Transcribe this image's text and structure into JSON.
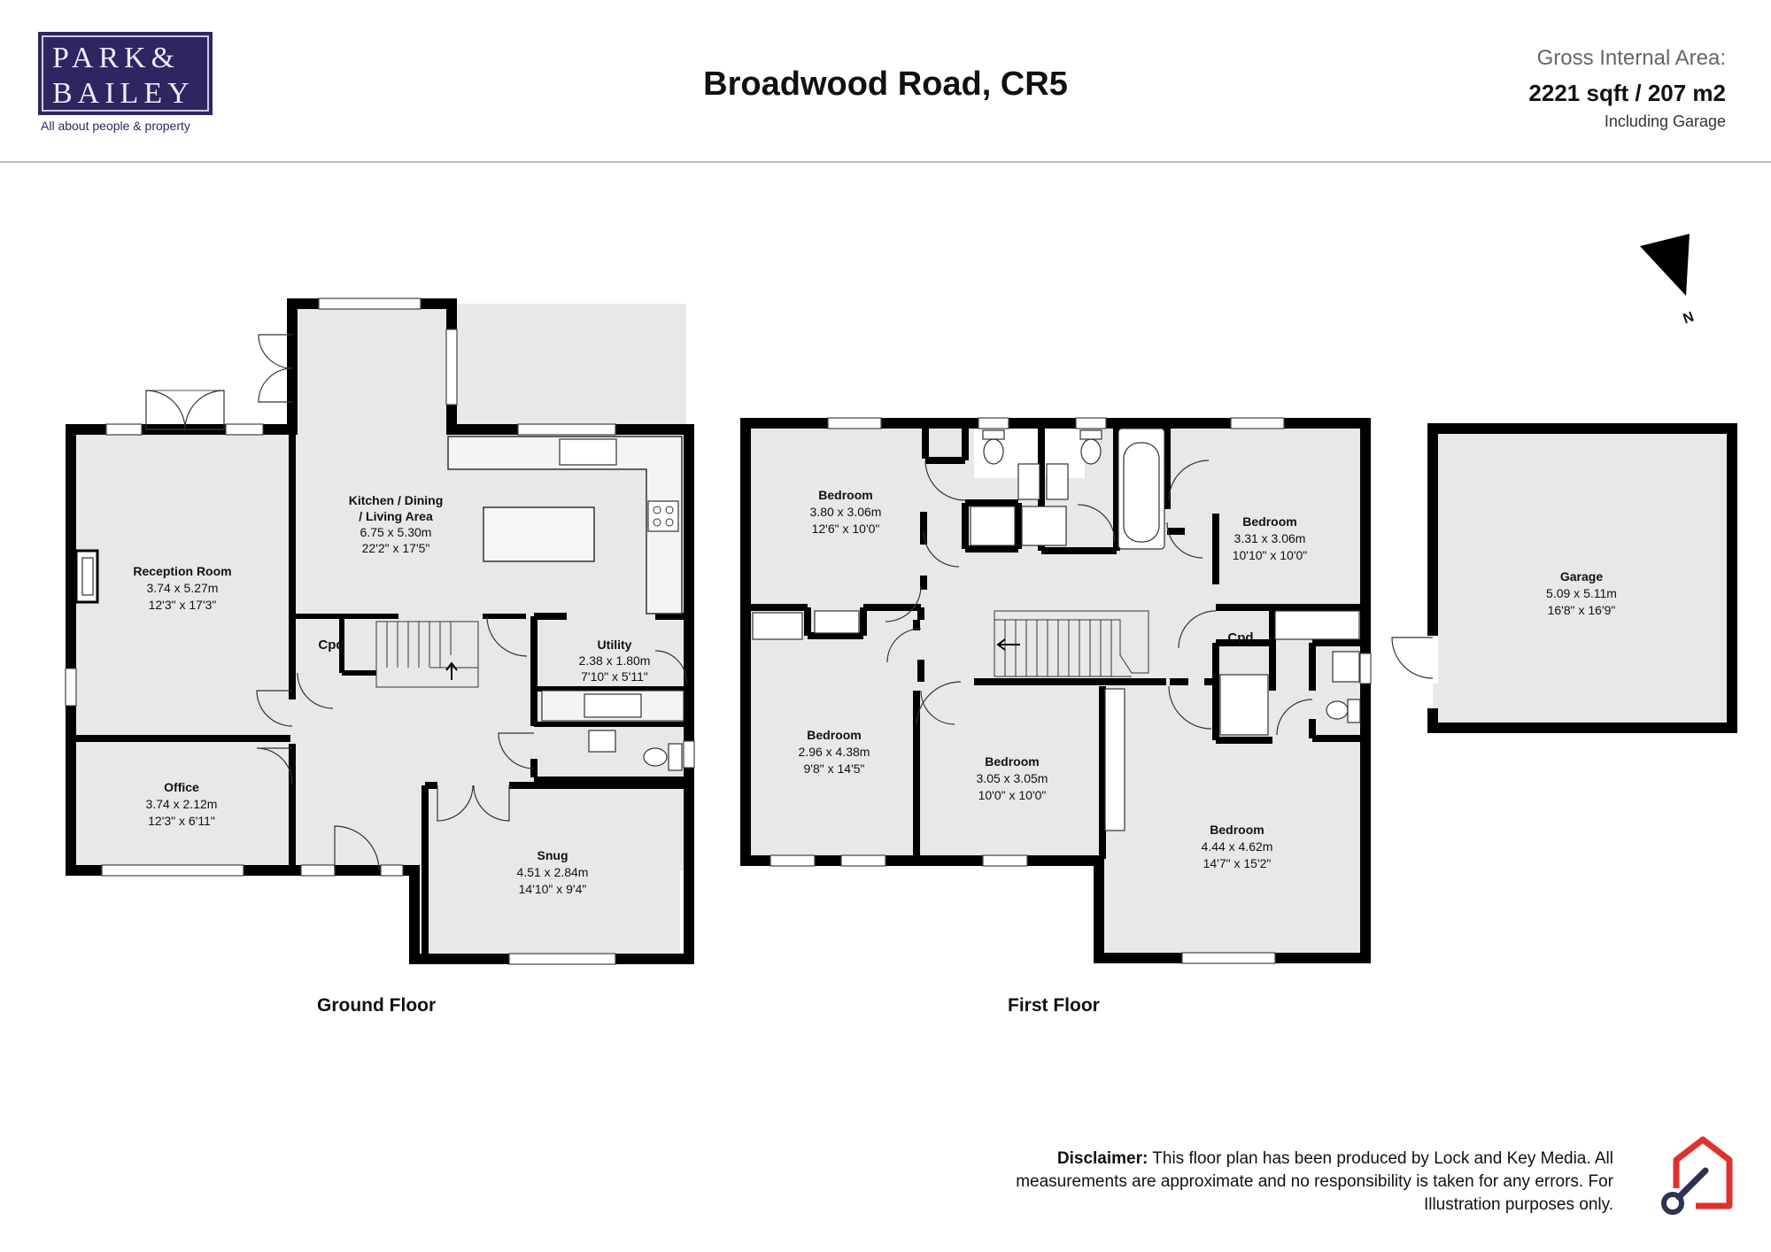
{
  "brand": {
    "logo_line1": "PARK&",
    "logo_line2": "BAILEY",
    "tagline": "All about people & property",
    "accent": "#2e2660"
  },
  "title": "Broadwood Road, CR5",
  "gross_internal_area": {
    "label": "Gross Internal Area:",
    "value": "2221 sqft / 207 m2",
    "note": "Including Garage"
  },
  "compass": {
    "label": "N",
    "icon": "north-arrow-icon"
  },
  "floors": [
    {
      "label": "Ground Floor"
    },
    {
      "label": "First Floor"
    }
  ],
  "rooms": {
    "reception": {
      "name": "Reception Room",
      "metric": "3.74 x 5.27m",
      "imperial": "12'3\" x 17'3\""
    },
    "office": {
      "name": "Office",
      "metric": "3.74 x 2.12m",
      "imperial": "12'3\" x 6'11\""
    },
    "kitchen": {
      "name_line1": "Kitchen / Dining",
      "name_line2": "/ Living Area",
      "metric": "6.75 x 5.30m",
      "imperial": "22'2\" x 17'5\""
    },
    "utility": {
      "name": "Utility",
      "metric": "2.38 x 1.80m",
      "imperial": "7'10\" x 5'11\""
    },
    "snug": {
      "name": "Snug",
      "metric": "4.51 x 2.84m",
      "imperial": "14'10\" x 9'4\""
    },
    "cpd_ground": {
      "name": "Cpd"
    },
    "bed1": {
      "name": "Bedroom",
      "metric": "3.80 x 3.06m",
      "imperial": "12'6\" x 10'0\""
    },
    "bed2": {
      "name": "Bedroom",
      "metric": "3.31 x 3.06m",
      "imperial": "10'10\" x 10'0\""
    },
    "bed3": {
      "name": "Bedroom",
      "metric": "2.96 x 4.38m",
      "imperial": "9'8\" x 14'5\""
    },
    "bed4": {
      "name": "Bedroom",
      "metric": "3.05 x 3.05m",
      "imperial": "10'0\" x 10'0\""
    },
    "bed5": {
      "name": "Bedroom",
      "metric": "4.44 x 4.62m",
      "imperial": "14'7\" x 15'2\""
    },
    "cpd_first": {
      "name": "Cpd"
    },
    "garage": {
      "name": "Garage",
      "metric": "5.09 x 5.11m",
      "imperial": "16'8\" x 16'9\""
    }
  },
  "disclaimer": {
    "label": "Disclaimer:",
    "text": "This floor plan has been produced by Lock and Key Media. All measurements are approximate and no responsibility is taken for any errors. For Illustration purposes only."
  },
  "colors": {
    "wall": "#000000",
    "floor": "#e8e8e8",
    "window": "#ffffff",
    "mark": "#e0312f",
    "mark2": "#2b3550"
  }
}
